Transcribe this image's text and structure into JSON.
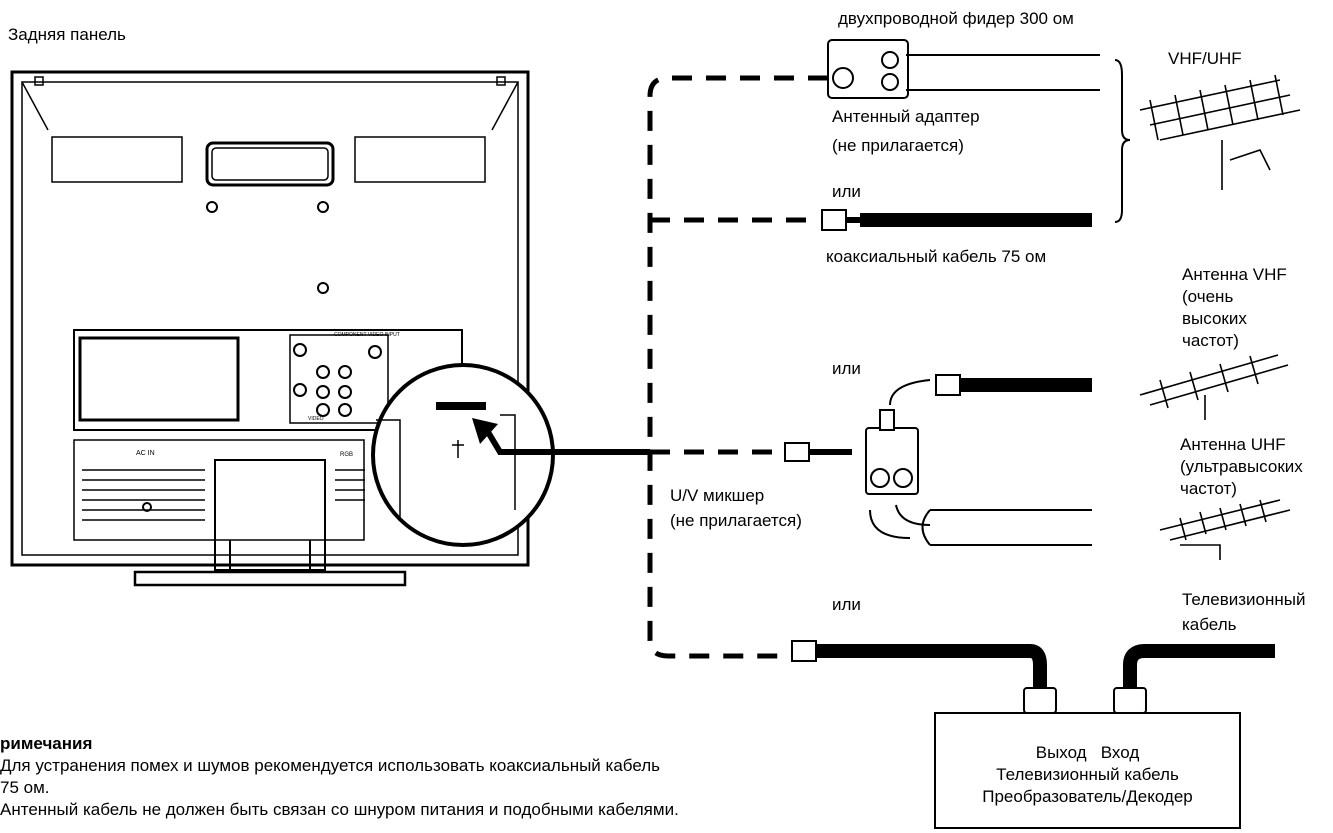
{
  "labels": {
    "rear_panel": "Задняя панель",
    "twin_lead": "двухпроводной фидер 300 ом",
    "vhf_uhf": "VHF/UHF",
    "adapter_line1": "Антенный адаптер",
    "adapter_line2": "(не прилагается)",
    "or_1": "или",
    "coax_75": "коаксиальный кабель 75 ом",
    "antenna_vhf_lines": [
      "Антенна VHF",
      "(очень",
      "высоких",
      "частот)"
    ],
    "or_2": "или",
    "antenna_uhf_lines": [
      "Антенна UHF",
      "(ультравысоких",
      "частот)"
    ],
    "mixer_line1": "U/V микшер",
    "mixer_line2": "(не прилагается)",
    "or_3": "или",
    "tv_cable_line1": "Телевизионный",
    "tv_cable_line2": "кабель"
  },
  "converter_box": {
    "out": "Выход",
    "in": "Вход",
    "line2": "Телевизионный кабель",
    "line3": "Преобразователь/Декодер"
  },
  "notes": {
    "title": "римечания",
    "line1": "Для устранения помех и шумов рекомендуется использовать коаксиальный кабель",
    "line2": "75 ом.",
    "line3": "Антенный кабель не должен быть связан со шнуром питания и подобными кабелями."
  },
  "panel_labels": {
    "ac_in": "AC IN",
    "component": "COMPONENT VIDEO INPUT",
    "video": "VIDEO",
    "rgb": "RGB"
  }
}
